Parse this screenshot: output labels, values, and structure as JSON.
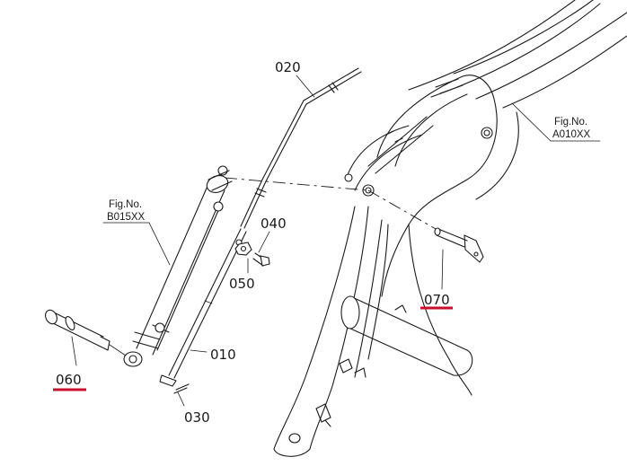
{
  "parts": {
    "p010": "010",
    "p020": "020",
    "p030": "030",
    "p040": "040",
    "p050": "050",
    "p060": "060",
    "p070": "070"
  },
  "references": {
    "boom_fig_label": "Fig.No.",
    "boom_fig_code": "A010XX",
    "cylinder_fig_label": "Fig.No.",
    "cylinder_fig_code": "B015XX"
  },
  "highlighted_parts": [
    "060",
    "070"
  ],
  "highlight_color": "#c8102e"
}
